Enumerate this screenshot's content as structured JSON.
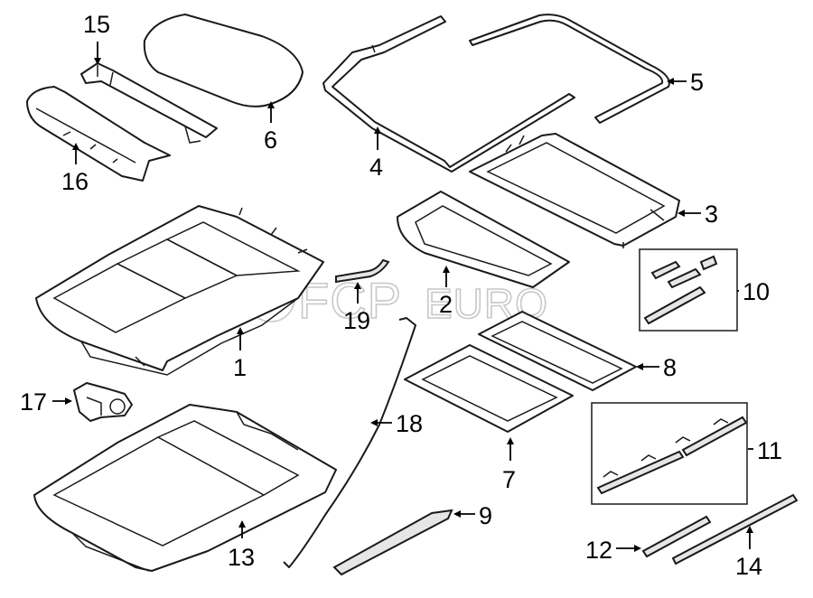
{
  "watermark": {
    "brand": "FCP",
    "suffix": "EURO"
  },
  "callouts": [
    {
      "id": "1",
      "label": "1"
    },
    {
      "id": "2",
      "label": "2"
    },
    {
      "id": "3",
      "label": "3"
    },
    {
      "id": "4",
      "label": "4"
    },
    {
      "id": "5",
      "label": "5"
    },
    {
      "id": "6",
      "label": "6"
    },
    {
      "id": "7",
      "label": "7"
    },
    {
      "id": "8",
      "label": "8"
    },
    {
      "id": "9",
      "label": "9"
    },
    {
      "id": "10",
      "label": "10"
    },
    {
      "id": "11",
      "label": "11"
    },
    {
      "id": "12",
      "label": "12"
    },
    {
      "id": "13",
      "label": "13"
    },
    {
      "id": "14",
      "label": "14"
    },
    {
      "id": "15",
      "label": "15"
    },
    {
      "id": "16",
      "label": "16"
    },
    {
      "id": "17",
      "label": "17"
    },
    {
      "id": "18",
      "label": "18"
    },
    {
      "id": "19",
      "label": "19"
    }
  ],
  "colors": {
    "line": "#1a1a1a",
    "background": "#ffffff",
    "watermark": "#c8c8c8"
  }
}
